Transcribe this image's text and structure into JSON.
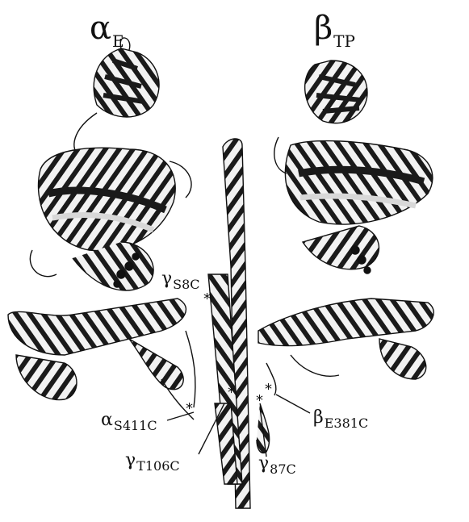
{
  "chains": {
    "alpha": {
      "greek": "α",
      "sub": "E"
    },
    "beta": {
      "greek": "β",
      "sub": "TP"
    }
  },
  "mutations": {
    "gamma_s8c": {
      "greek": "γ",
      "sub": "S8C"
    },
    "alpha_s411c": {
      "greek": "α",
      "sub": "S411C"
    },
    "gamma_t106c": {
      "greek": "γ",
      "sub": "T106C"
    },
    "gamma_87c": {
      "greek": "γ",
      "sub": "87C"
    },
    "beta_e381c": {
      "greek": "β",
      "sub": "E381C"
    }
  },
  "marker": "*",
  "colors": {
    "ink": "#111111",
    "dark": "#1a1a1a",
    "light": "#f2f2f2"
  }
}
